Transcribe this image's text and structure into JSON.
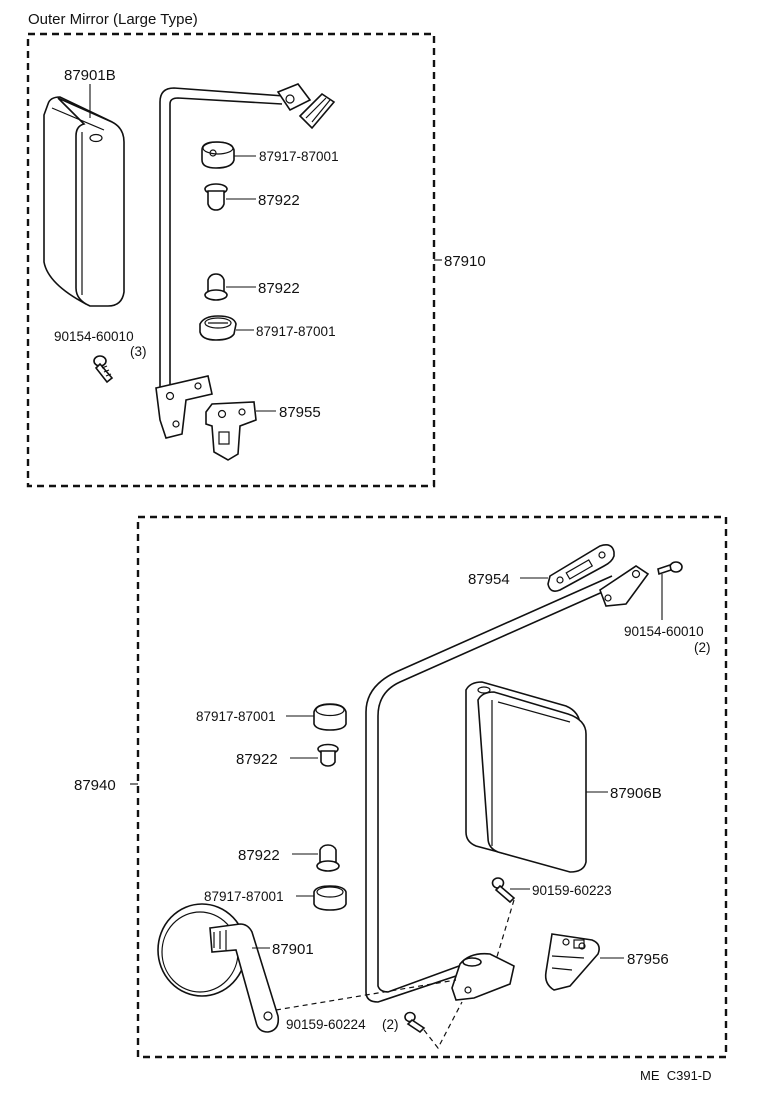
{
  "title": "Outer Mirror (Large Type)",
  "diagram_code": "ME  C391-D",
  "top_group": {
    "assembly_label": "87910",
    "labels": {
      "mirror": "87901B",
      "cap_upper": "87917-87001",
      "bushing_upper": "87922",
      "bushing_lower": "87922",
      "cap_lower": "87917-87001",
      "screw": "90154-60010",
      "screw_qty": "(3)",
      "bracket": "87955"
    }
  },
  "bottom_group": {
    "assembly_label": "87940",
    "labels": {
      "stay_plate": "87954",
      "screw_top": "90154-60010",
      "screw_top_qty": "(2)",
      "cap_upper": "87917-87001",
      "bushing_upper": "87922",
      "mirror_rect": "87906B",
      "bushing_lower": "87922",
      "bolt_mid": "90159-60223",
      "cap_lower": "87917-87001",
      "round_mirror": "87901",
      "bracket": "87956",
      "bolt_bottom": "90159-60224",
      "bolt_bottom_qty": "(2)"
    }
  }
}
